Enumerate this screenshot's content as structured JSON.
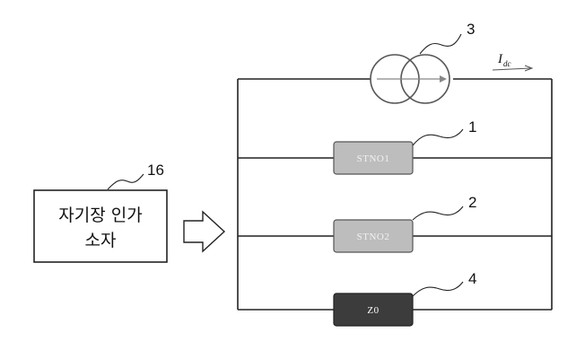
{
  "device": {
    "label_line1": "자기장 인가",
    "label_line2": "소자",
    "ref_number": "16"
  },
  "current_source": {
    "ref_number": "3",
    "current_symbol": "I",
    "current_subscript": "dc"
  },
  "components": [
    {
      "ref_number": "1",
      "label": "STNO1",
      "fill": "#bdbdbd",
      "text_color": "#f2f2f2"
    },
    {
      "ref_number": "2",
      "label": "STNO2",
      "fill": "#bdbdbd",
      "text_color": "#f2f2f2"
    },
    {
      "ref_number": "4",
      "label": "Z0",
      "fill": "#3c3c3c",
      "text_color": "#ffffff"
    }
  ]
}
